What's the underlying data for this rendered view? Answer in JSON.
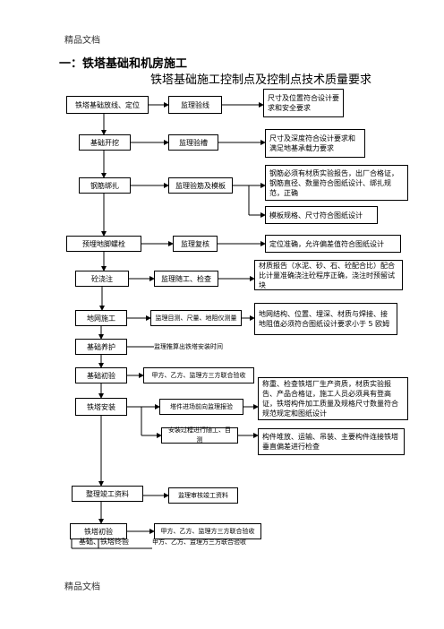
{
  "header_top": "精品文档",
  "footer_bottom": "精品文档",
  "section_title": "一：铁塔基础和机房施工",
  "diagram_title": "铁塔基础施工控制点及控制点技术质量要求",
  "steps": [
    "铁塔基础放线、定位",
    "基础开挖",
    "钢筋绑扎",
    "预埋地脚螺栓",
    "砼浇注",
    "地网施工",
    "基础养护",
    "基础初验",
    "铁塔安装",
    "整理竣工资料",
    "铁塔初验",
    "基础、铁塔终验"
  ],
  "controls": [
    "监理验线",
    "监理验槽",
    "监理验筋及模板",
    "监理复核",
    "监理随工、检查",
    "监理目测、尺量、地阻仪测量",
    "监理推算出铁塔安装时间",
    "甲方、乙方、监理方三方联合验收",
    "塔件进场前向监理报验",
    "安装过程进行随工、目测",
    "监理审核竣工资料",
    "甲方、乙方、监理方三方联合验收",
    "甲方、乙方、监理方三方联合验收"
  ],
  "requirements": [
    "尺寸及位置符合设计要求和安全要求",
    "尺寸及深度符合设计要求和满足地基承载力要求",
    "钢筋必须有材质实验报告，出厂合格证，钢筋直径、数量符合图纸设计、绑扎规范，正确",
    "模板规格、尺寸符合图纸设计",
    "定位准确，允许偏差值符合图纸设计",
    "材质报告（水泥、砂、石、砼配合比）配合比计量准确浇注砼程序正确，浇注时预留试块",
    "地网结构、位置、埋深、材质与焊接、接地阻值必须符合图纸设计要求小于 5 欧姆",
    "称重、检查铁塔厂生产资质，材质实验报告、产品合格证，施工人员必须具有登高证，铁塔构件加工质量及规格尺寸数量符合规范规定和图纸设计",
    "构件堆放、运输、吊装、主要构件连接铁塔垂直偏差进行检查"
  ],
  "colors": {
    "line": "#000000",
    "text": "#000000"
  }
}
